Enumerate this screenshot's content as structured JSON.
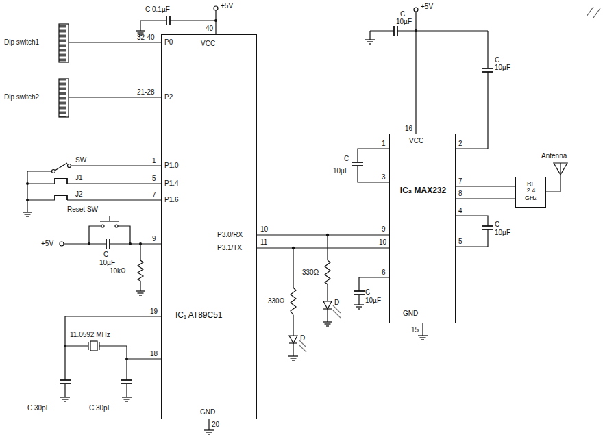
{
  "diagram": {
    "nodes": [
      {
        "text": [
          "IC₁ AT89C51"
        ]
      },
      {
        "text": [
          "IC₂ MAX232"
        ]
      },
      {
        "text": [
          "RF 2.4 GHz"
        ]
      }
    ],
    "edges": [
      {
        "from": 0,
        "to": 1,
        "arrow": "none"
      },
      {
        "from": 0,
        "to": 1,
        "arrow": "none"
      },
      {
        "from": 1,
        "to": 2,
        "arrow": "none"
      },
      {
        "from": 1,
        "to": 2,
        "arrow": "none"
      }
    ],
    "labels": [
      "C 0.1µF",
      "+5V",
      "40",
      "Dip switch1",
      "32-40",
      "P0",
      "VCC",
      "Dip switch2",
      "21-28",
      "P2",
      "SW",
      "1",
      "P1.0",
      "J1",
      "5",
      "P1.4",
      "J2",
      "7",
      "P1.6",
      "Reset SW",
      "+5V",
      "9",
      "C",
      "10µF",
      "10kΩ",
      "19",
      "11.0592 MHz",
      "18",
      "C 30pF",
      "C 30pF",
      "GND",
      "20",
      "P3.0/RX",
      "10",
      "P3.1/TX",
      "11",
      "330Ω",
      "D",
      "330Ω",
      "D",
      "+5V",
      "C",
      "10µF",
      "C",
      "10µF",
      "16",
      "VCC",
      "1",
      "2",
      "C",
      "10µF",
      "3",
      "7",
      "8",
      "4",
      "C",
      "10µF",
      "5",
      "9",
      "10",
      "6",
      "C",
      "10µF",
      "GND",
      "15",
      "Antenna"
    ]
  }
}
